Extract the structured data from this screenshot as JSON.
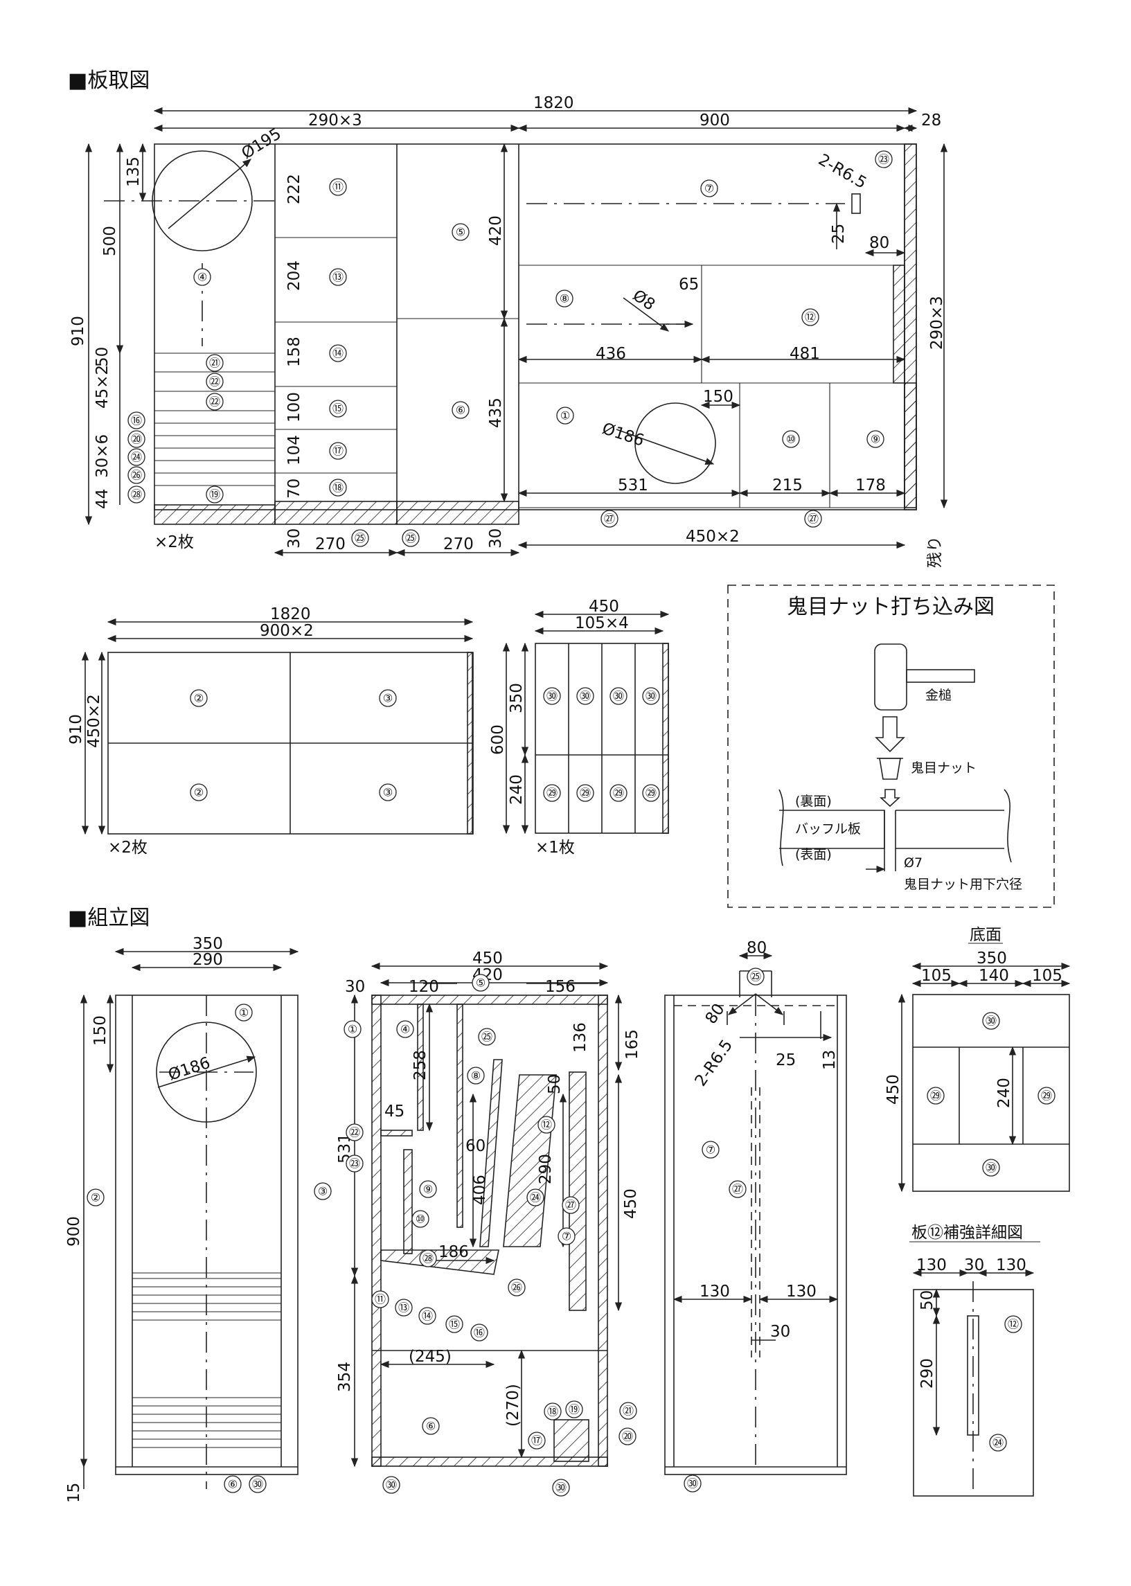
{
  "sections": {
    "cutting_title": "■板取図",
    "assembly_title": "■組立図"
  },
  "cut_top": {
    "total_w": "1820",
    "w_290x3": "290×3",
    "w_900": "900",
    "w_28": "28",
    "h_910": "910",
    "h_500": "500",
    "h_135": "135",
    "h_50": "50",
    "h_45x2": "45×2",
    "h_30x6": "30×6",
    "h_44": "44",
    "hole_195": "Ø195",
    "c_222": "222",
    "c_204": "204",
    "c_158": "158",
    "c_100": "100",
    "c_104": "104",
    "c_70": "70",
    "c_30": "30",
    "c_270a": "270",
    "c_270b": "270",
    "c_30b": "30",
    "c_420": "420",
    "c_435": "435",
    "r65": "2-R6.5",
    "d25": "25",
    "d80": "80",
    "d65": "65",
    "hole_8": "Ø8",
    "d436": "436",
    "d481": "481",
    "d150": "150",
    "hole_186": "Ø186",
    "d531": "531",
    "d215": "215",
    "d178": "178",
    "d450x2": "450×2",
    "d290x3": "290×3",
    "zan": "残り",
    "x2": "×2枚"
  },
  "cut_mid": {
    "w1820": "1820",
    "w900x2": "900×2",
    "h910": "910",
    "h450x2": "450×2",
    "x2": "×2枚",
    "w450": "450",
    "w105x4": "105×4",
    "h600": "600",
    "h350": "350",
    "h240": "240",
    "x1": "×1枚"
  },
  "nut_box": {
    "title": "鬼目ナット打ち込み図",
    "hammer": "金槌",
    "nut": "鬼目ナット",
    "back": "(裏面)",
    "baffle": "バッフル板",
    "front": "(表面)",
    "hole": "Ø7",
    "hole_note": "鬼目ナット用下穴径"
  },
  "asm_front": {
    "w350": "350",
    "w290": "290",
    "h150": "150",
    "hole": "Ø186",
    "h900": "900",
    "h15": "15"
  },
  "asm_side": {
    "w450": "450",
    "w420": "420",
    "d30": "30",
    "d120": "120",
    "d156": "156",
    "d165": "165",
    "d136": "136",
    "d258": "258",
    "d50": "50",
    "d531": "531",
    "d45": "45",
    "d60": "60",
    "d406": "406",
    "d290": "290",
    "d450": "450",
    "d186": "186",
    "d354": "354",
    "d245": "(245)",
    "d270": "(270)"
  },
  "asm_back": {
    "w80": "80",
    "d80": "80",
    "r65": "2-R6.5",
    "d25": "25",
    "d13": "13",
    "d130a": "130",
    "d130b": "130",
    "d30": "30"
  },
  "bottom": {
    "title": "底面",
    "w350": "350",
    "w105a": "105",
    "w140": "140",
    "w105b": "105",
    "h450": "450",
    "h240": "240"
  },
  "detail12": {
    "title": "板⑫補強詳細図",
    "w130a": "130",
    "w30": "30",
    "w130b": "130",
    "h50": "50",
    "h290": "290"
  },
  "parts": {
    "p1": "①",
    "p2": "②",
    "p3": "③",
    "p4": "④",
    "p5": "⑤",
    "p6": "⑥",
    "p7": "⑦",
    "p8": "⑧",
    "p9": "⑨",
    "p10": "⑩",
    "p11": "⑪",
    "p12": "⑫",
    "p13": "⑬",
    "p14": "⑭",
    "p15": "⑮",
    "p16": "⑯",
    "p17": "⑰",
    "p18": "⑱",
    "p19": "⑲",
    "p20": "⑳",
    "p21": "㉑",
    "p22": "㉒",
    "p23": "㉓",
    "p24": "㉔",
    "p25": "㉕",
    "p26": "㉖",
    "p27": "㉗",
    "p28": "㉘",
    "p29": "㉙",
    "p30": "㉚"
  }
}
